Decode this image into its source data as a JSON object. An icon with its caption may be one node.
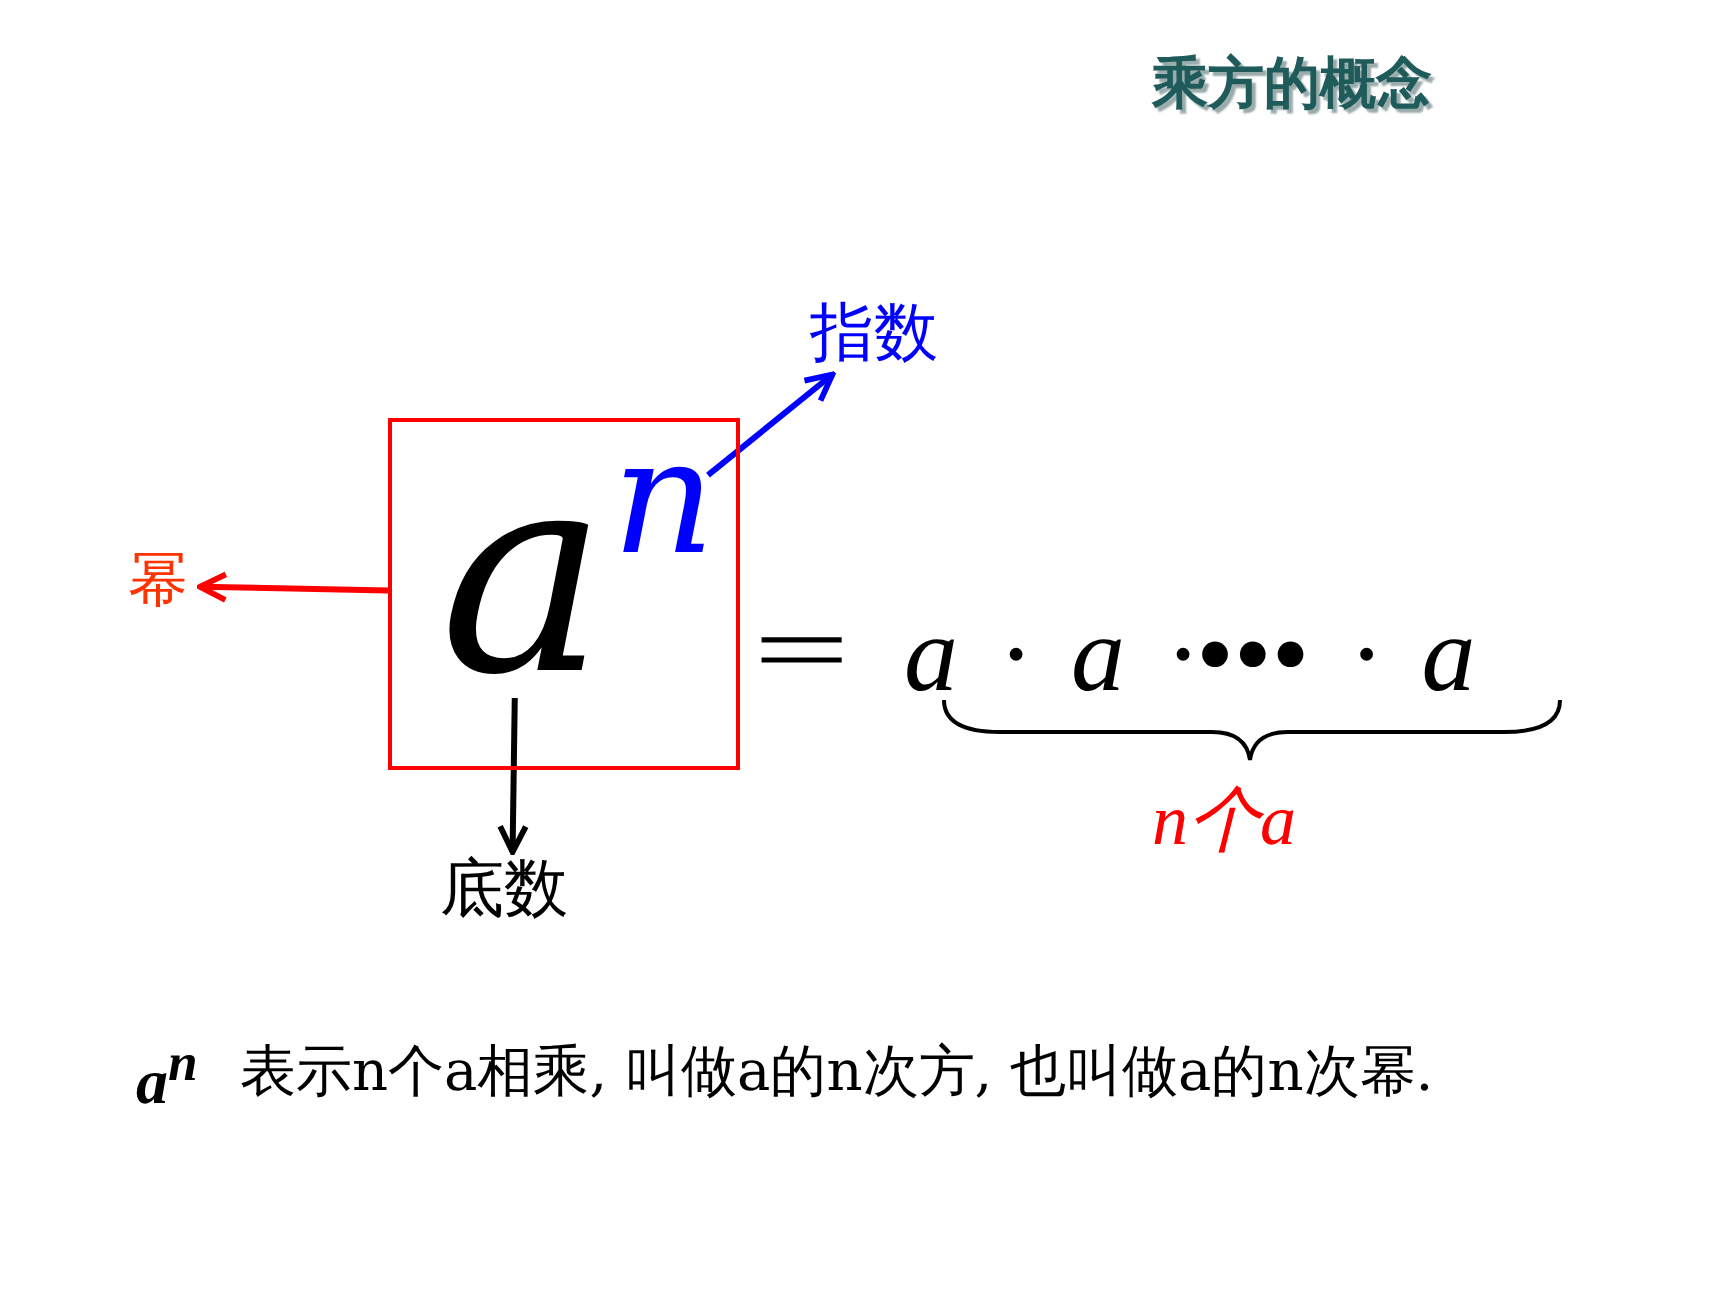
{
  "diagram": {
    "title": "乘方的概念",
    "nodes": [
      {
        "text": [],
        "shape": "box"
      },
      {
        "text": [
          "a"
        ],
        "in": 0
      },
      {
        "text": [
          "n"
        ],
        "in": 0
      },
      {
        "text": [
          "幂"
        ]
      },
      {
        "text": [
          "指数"
        ]
      },
      {
        "text": [
          "底数"
        ]
      }
    ],
    "edges": [
      {
        "from": 0,
        "to": 3,
        "arrow": "to",
        "color": "#ff0000"
      },
      {
        "from": 2,
        "to": 4,
        "arrow": "to",
        "color": "#0000ff"
      },
      {
        "from": 1,
        "to": 5,
        "arrow": "to",
        "color": "#000000"
      }
    ],
    "labels": [
      "=",
      "a · a ·••• · a",
      "n个a",
      "a$^{n}$",
      "表示n个a相乘, 叫做a的n次方, 也叫做a的n次幂."
    ]
  }
}
